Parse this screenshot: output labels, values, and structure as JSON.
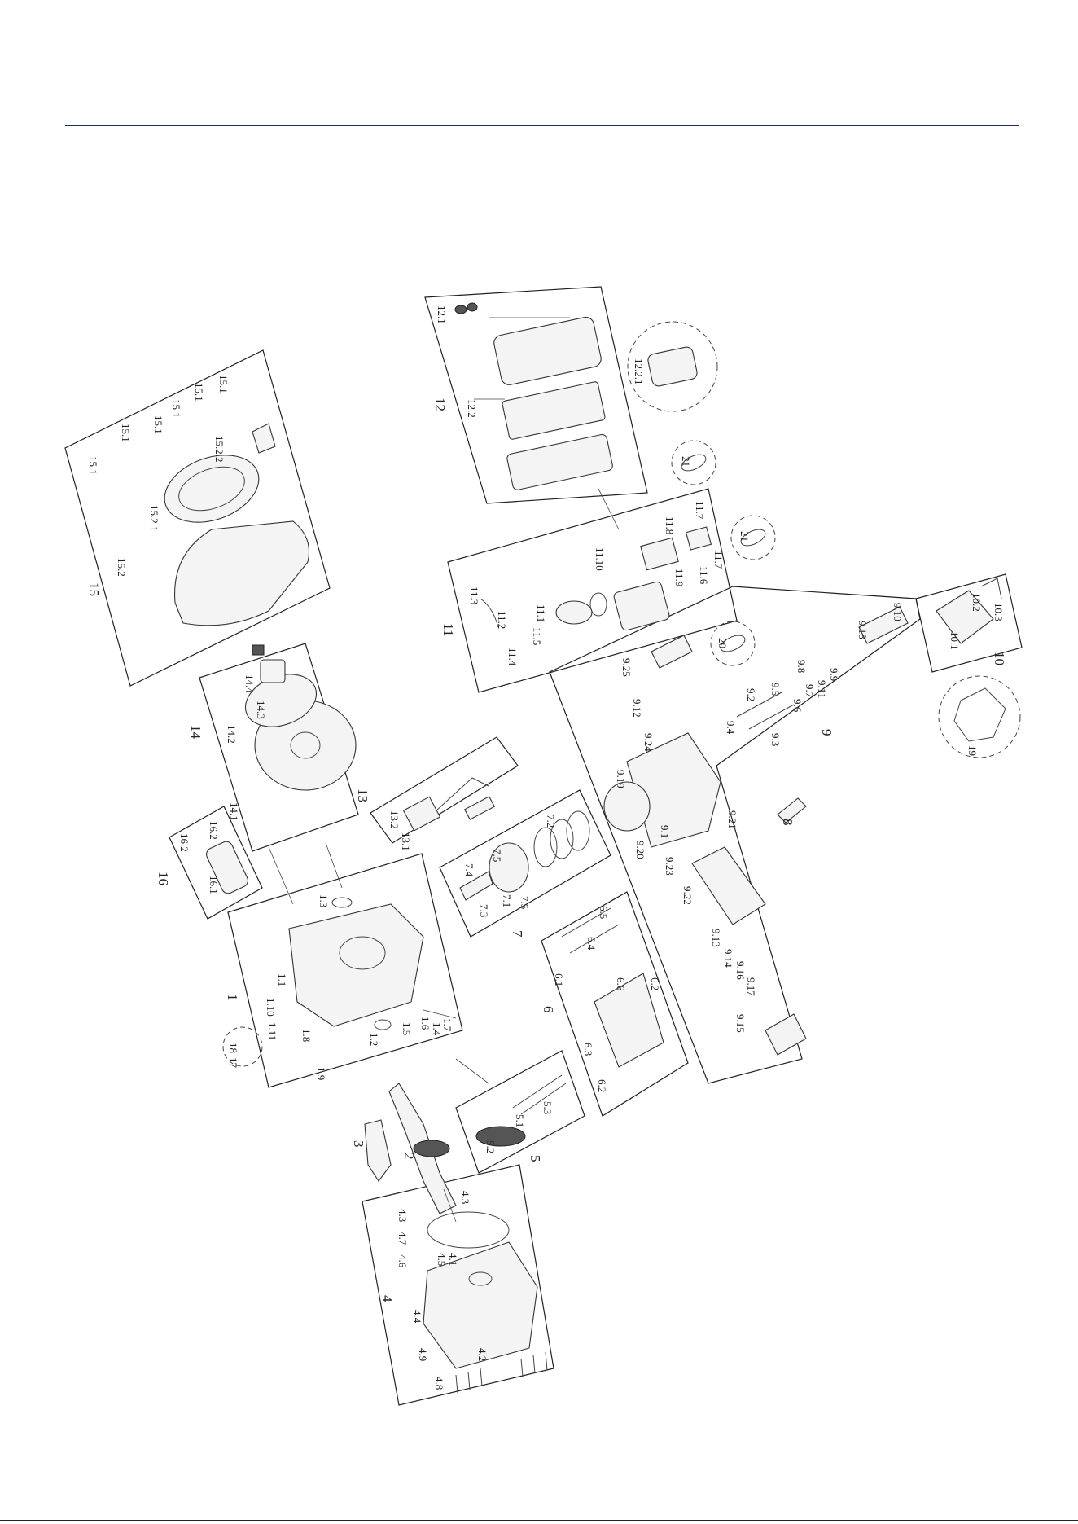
{
  "labels": {
    "g1": "1",
    "g4": "4",
    "g5": "5",
    "g6": "6",
    "g7": "7",
    "g8": "8",
    "g9": "9",
    "g10": "10",
    "g11": "11",
    "g12": "12",
    "g13": "13",
    "g14": "14",
    "g15": "15",
    "g16": "16",
    "g2": "2",
    "g3": "3",
    "p1_1": "1.1",
    "p1_10": "1.10",
    "p1_11": "1.11",
    "p1_8": "1.8",
    "p1_9": "1.9",
    "p1_2": "1.2",
    "p1_5": "1.5",
    "p1_6": "1.6",
    "p1_4": "1.4",
    "p1_7": "1.7",
    "p1_3": "1.3",
    "p18": "18",
    "p17": "17",
    "p4_1": "4.1",
    "p4_2": "4.2",
    "p4_3a": "4.3",
    "p4_3b": "4.3",
    "p4_4": "4.4",
    "p4_5": "4.5",
    "p4_6": "4.6",
    "p4_7": "4.7",
    "p4_8": "4.8",
    "p4_9": "4.9",
    "p5_1": "5.1",
    "p5_2": "5.2",
    "p5_3": "5.3",
    "p6_1": "6.1",
    "p6_2a": "6.2",
    "p6_2b": "6.2",
    "p6_3": "6.3",
    "p6_4": "6.4",
    "p6_5": "6.5",
    "p6_6": "6.6",
    "p7_1": "7.1",
    "p7_2": "7.2",
    "p7_3": "7.3",
    "p7_4": "7.4",
    "p7_5a": "7.5",
    "p7_5b": "7.5",
    "p9_1": "9.1",
    "p9_2": "9.2",
    "p9_3": "9.3",
    "p9_4": "9.4",
    "p9_5": "9.5",
    "p9_6": "9.6",
    "p9_7": "9.7",
    "p9_8": "9.8",
    "p9_9": "9.9",
    "p9_10": "9.10",
    "p9_11": "9.11",
    "p9_12": "9.12",
    "p9_13": "9.13",
    "p9_14": "9.14",
    "p9_15": "9.15",
    "p9_16": "9.16",
    "p9_17": "9.17",
    "p9_18": "9.18",
    "p9_19": "9.19",
    "p9_20": "9.20",
    "p9_21": "9.21",
    "p9_22": "9.22",
    "p9_23": "9.23",
    "p9_24": "9.24",
    "p9_25": "9.25",
    "p10_1": "10.1",
    "p10_2": "10.2",
    "p10_3": "10.3",
    "p11_1": "11.1",
    "p11_2": "11.2",
    "p11_3": "11.3",
    "p11_4": "11.4",
    "p11_5": "11.5",
    "p11_6": "11.6",
    "p11_7a": "11.7",
    "p11_7b": "11.7",
    "p11_8": "11.8",
    "p11_9": "11.9",
    "p11_10": "11.10",
    "p12_1": "12.1",
    "p12_2": "12.2",
    "p12_2_1": "12.2.1",
    "p13_1": "13.1",
    "p13_2": "13.2",
    "p14_1": "14.1",
    "p14_2": "14.2",
    "p14_3": "14.3",
    "p14_4": "14.4",
    "p15_1a": "15.1",
    "p15_1b": "15.1",
    "p15_1c": "15.1",
    "p15_1d": "15.1",
    "p15_1e": "15.1",
    "p15_1f": "15.1",
    "p15_2": "15.2",
    "p15_2_1": "15.2.1",
    "p15_2_2": "15.2.2",
    "p16_1": "16.1",
    "p16_2a": "16.2",
    "p16_2b": "16.2",
    "p19": "19",
    "p20": "20",
    "p21a": "21",
    "p21b": "21"
  },
  "colors": {
    "rule": "#1f2f5c",
    "ink": "#222222"
  }
}
